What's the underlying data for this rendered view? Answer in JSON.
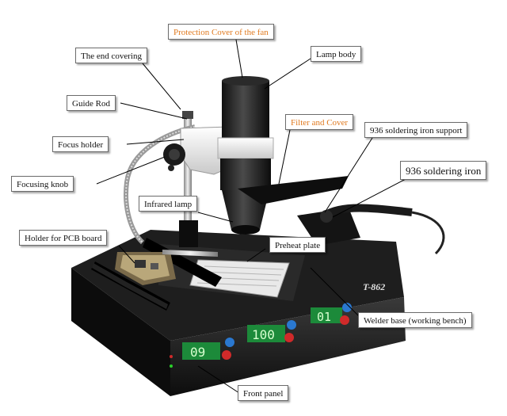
{
  "diagram": {
    "labels": {
      "protection_cover": "Protection Cover of the fan",
      "end_covering": "The end covering",
      "lamp_body": "Lamp body",
      "guide_rod": "Guide Rod",
      "filter_cover": "Filter and Cover",
      "iron_support": "936 soldering iron support",
      "focus_holder": "Focus holder",
      "soldering_iron": "936 soldering iron",
      "focusing_knob": "Focusing knob",
      "infrared_lamp": "Infrared lamp",
      "pcb_holder": "Holder for PCB board",
      "preheat_plate": "Preheat plate",
      "welder_base": "Welder base (working bench)",
      "front_panel": "Front panel"
    },
    "displays": [
      "09",
      "100",
      "01"
    ],
    "model_mark": "T-862",
    "colors": {
      "accent_label": "#e07a20",
      "display_bg": "#1c8a3a",
      "display_digits": "#d8ffd0"
    }
  }
}
